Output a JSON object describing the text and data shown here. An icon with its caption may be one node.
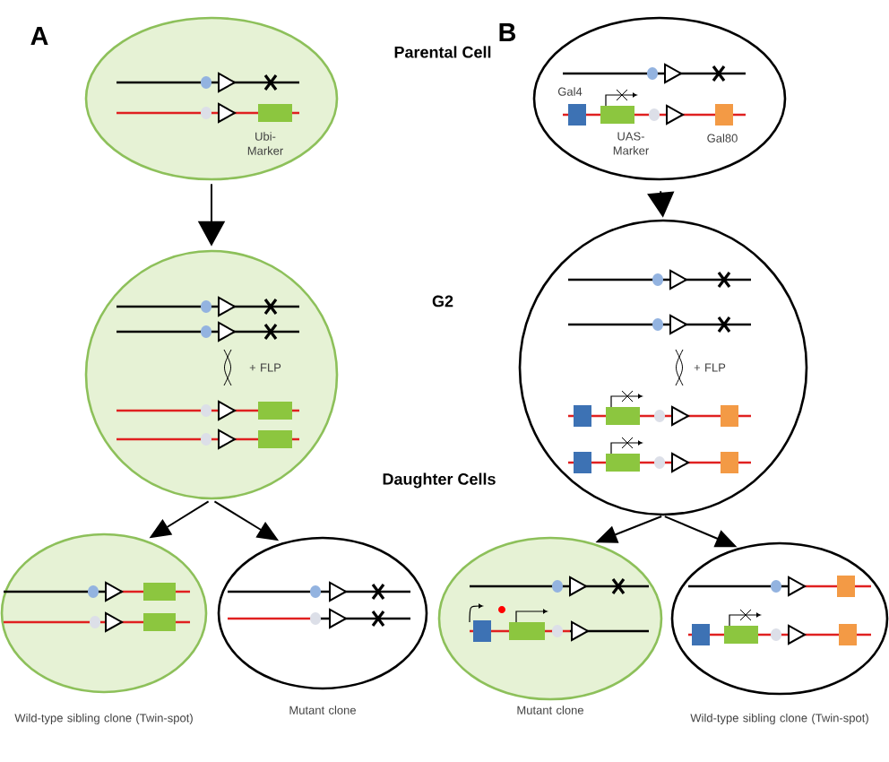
{
  "diagram": {
    "nodes": [
      {
        "text": [
          "Ubi- Marker"
        ]
      },
      {
        "text": [
          "+ FLP"
        ]
      },
      {
        "text": [],
        "shape": "ellipse",
        "beside": [
          "Wild-type sibling clone (Twin-spot)"
        ]
      },
      {
        "text": [],
        "shape": "ellipse",
        "beside": [
          "Mutant clone"
        ]
      },
      {
        "text": [
          "Gal4",
          "UAS- Marker",
          "Gal80"
        ]
      },
      {
        "text": [
          "+ FLP"
        ]
      },
      {
        "text": [],
        "shape": "ellipse",
        "beside": [
          "Mutant clone"
        ]
      },
      {
        "text": [],
        "shape": "ellipse",
        "beside": [
          "Wild-type sibling clone (Twin-spot)"
        ]
      }
    ],
    "edges": [
      {
        "from": 0,
        "to": 1,
        "arrow": "to"
      },
      {
        "from": 1,
        "to": 2,
        "arrow": "to"
      },
      {
        "from": 1,
        "to": 3,
        "arrow": "to"
      },
      {
        "from": 4,
        "to": 5,
        "arrow": "to"
      },
      {
        "from": 5,
        "to": 6,
        "arrow": "to"
      },
      {
        "from": 5,
        "to": 7,
        "arrow": "to"
      }
    ],
    "labels": [
      "A",
      "Parental Cell",
      "B",
      "G2",
      "Daughter Cells"
    ]
  }
}
